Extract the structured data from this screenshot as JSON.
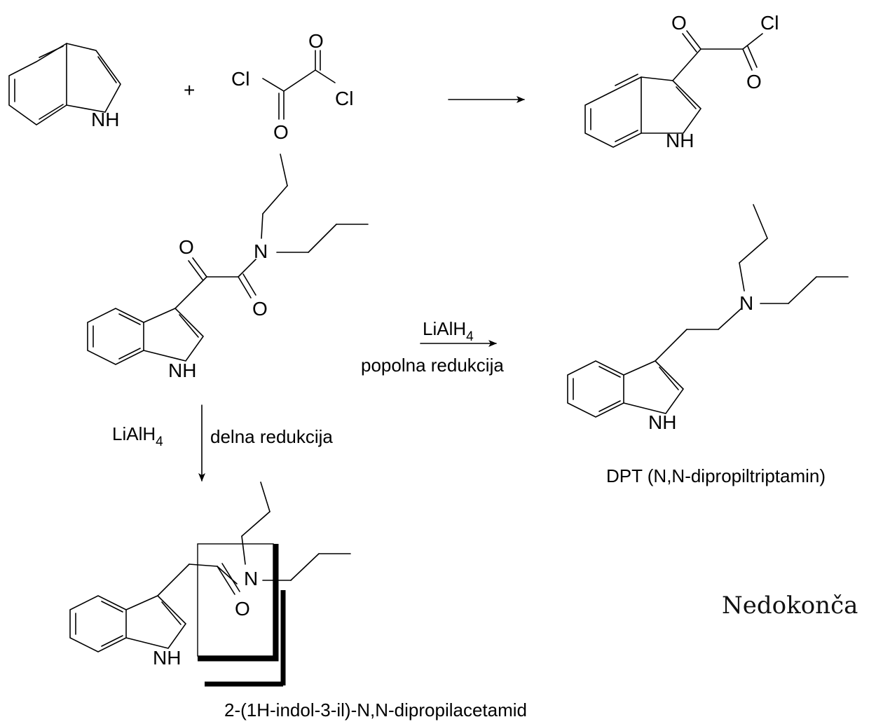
{
  "atoms": {
    "nh": "NH",
    "o": "O",
    "cl": "Cl",
    "n": "N"
  },
  "operators": {
    "plus": "+"
  },
  "reagents": {
    "lialh4_main": "LiAlH",
    "lialh4_sub": "4",
    "full_reduction": "popolna redukcija",
    "partial_reduction": "delna redukcija"
  },
  "compounds": {
    "dpt": "DPT (N,N-dipropiltriptamin)",
    "acetamide": "2-(1H-indol-3-il)-N,N-dipropilacetamid"
  },
  "note": {
    "unfinished": "Nedokonča"
  }
}
